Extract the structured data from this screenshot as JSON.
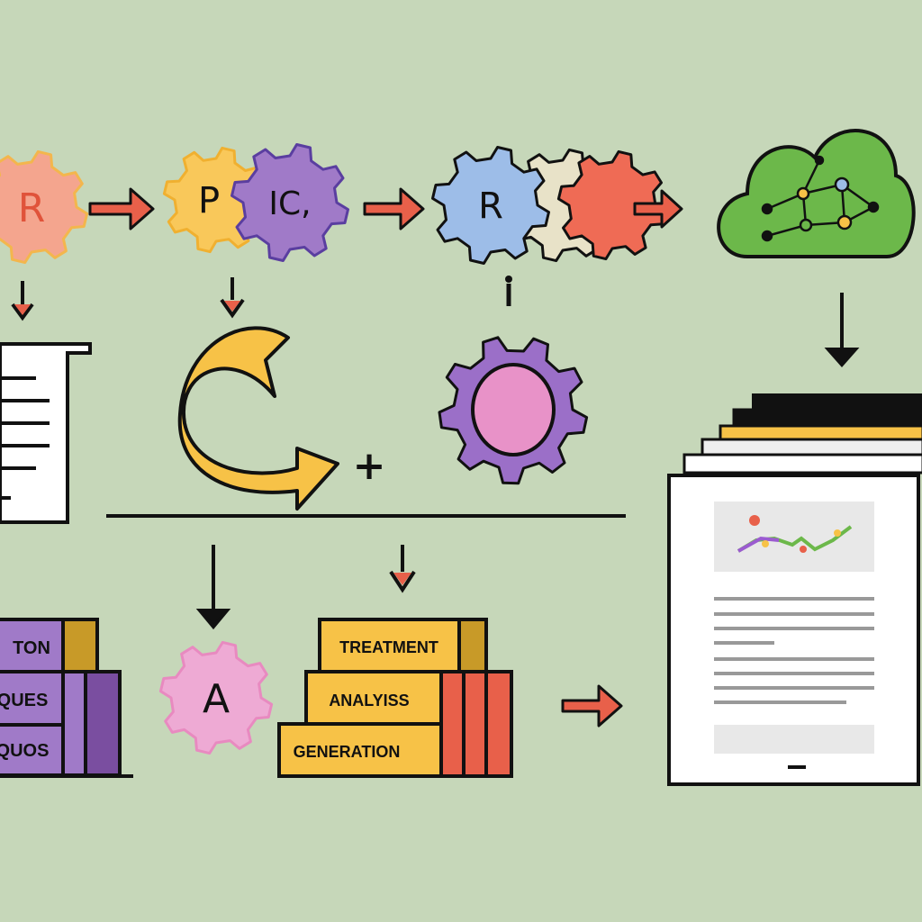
{
  "colors": {
    "background": "#c6d7b9",
    "red": "#e8604a",
    "yellow": "#f7c247",
    "purple": "#a07ac8",
    "blue": "#9dbde8",
    "green": "#6cb84a",
    "pink": "#eeaad4"
  },
  "gears": {
    "g1": "R",
    "g2": "P",
    "g3": "IC,",
    "g4": "R",
    "g5": "A"
  },
  "plus": "+",
  "books_left": [
    "TON",
    "QUES",
    "QUOS"
  ],
  "books_right": [
    "TREATMENT",
    "ANALYISS",
    "GENERATION"
  ]
}
